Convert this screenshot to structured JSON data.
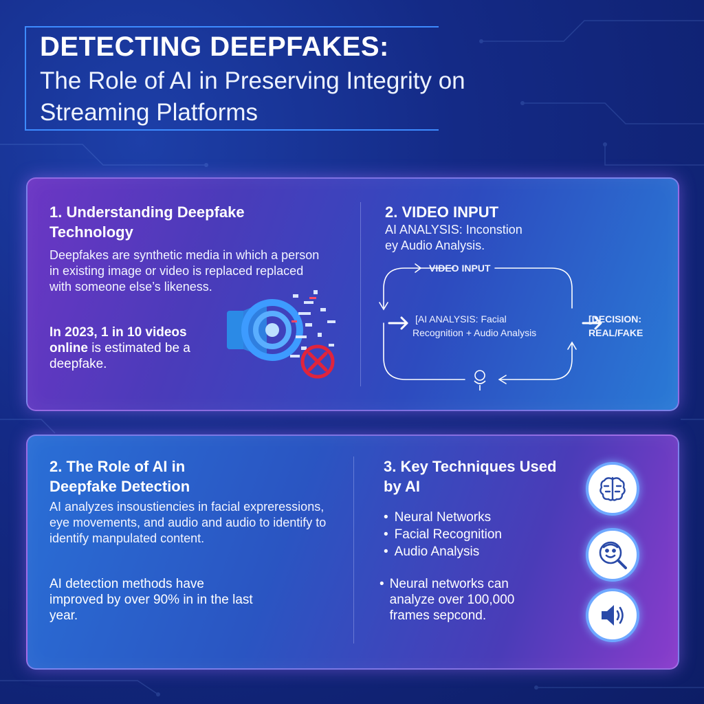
{
  "title": {
    "line1": "DETECTING DEEPFAKES:",
    "line2": "The Role of AI in Preserving Integrity on Streaming Platforms"
  },
  "panel1": {
    "left": {
      "heading": "1. Understanding Deepfake Technology",
      "description": "Deepfakes are synthetic media in which a person in existing image or video is replaced replaced with someone else’s likeness.",
      "stat_bold": "In 2023, 1 in 10 videos online",
      "stat_rest": "is estimated be a deepfake."
    },
    "right": {
      "heading": "2. VIDEO INPUT",
      "subheading_1": "AI ANALYSIS: Inconstion",
      "subheading_2": "ey Audio Analysis.",
      "flow": {
        "top_label": "VIDEO INPUT",
        "analysis_1": "[AI ANALYSIS: Facial",
        "analysis_2": "Recognition + Audio Analysis",
        "decision_1": "[DECISION:",
        "decision_2": "REAL/FAKE"
      }
    }
  },
  "panel2": {
    "left": {
      "heading": "2. The Role of AI in Deepfake Detection",
      "description": "AI analyzes insoustiencies in facial expreressions, eye movements, and audio and audio to identify to identify manpulated content.",
      "stat": "AI detection methods have improved by over 90% in in the last year."
    },
    "right": {
      "heading": "3. Key Techniques Used by AI",
      "bullets": [
        "Neural Networks",
        "Facial Recognition",
        "Audio Analysis"
      ],
      "note": "Neural networks can analyze over 100,000 frames sepcond."
    },
    "icons": [
      "brain-icon",
      "face-search-icon",
      "speaker-icon"
    ]
  },
  "colors": {
    "background": "#142a86",
    "accent": "#3d8bff",
    "panel_border": "#be96ff",
    "reject_red": "#e0243c"
  }
}
